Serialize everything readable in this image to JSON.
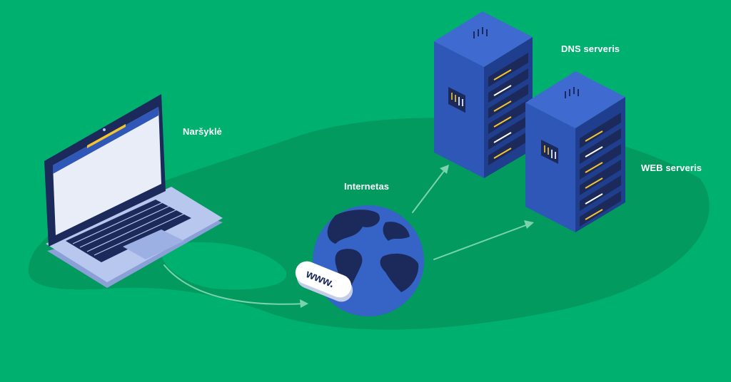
{
  "labels": {
    "browser": "Naršyklė",
    "internet": "Internetas",
    "dns_server": "DNS serveris",
    "web_server": "WEB serveris",
    "www": "www."
  },
  "colors": {
    "background": "#00b06f",
    "floor": "#039a60",
    "server_body": "#2e57b8",
    "server_dark": "#1f3f8e",
    "globe_ocean": "#3563c6",
    "globe_land": "#1b2a5a",
    "led_yellow": "#f5c530",
    "arrow": "#7ad3ac"
  }
}
